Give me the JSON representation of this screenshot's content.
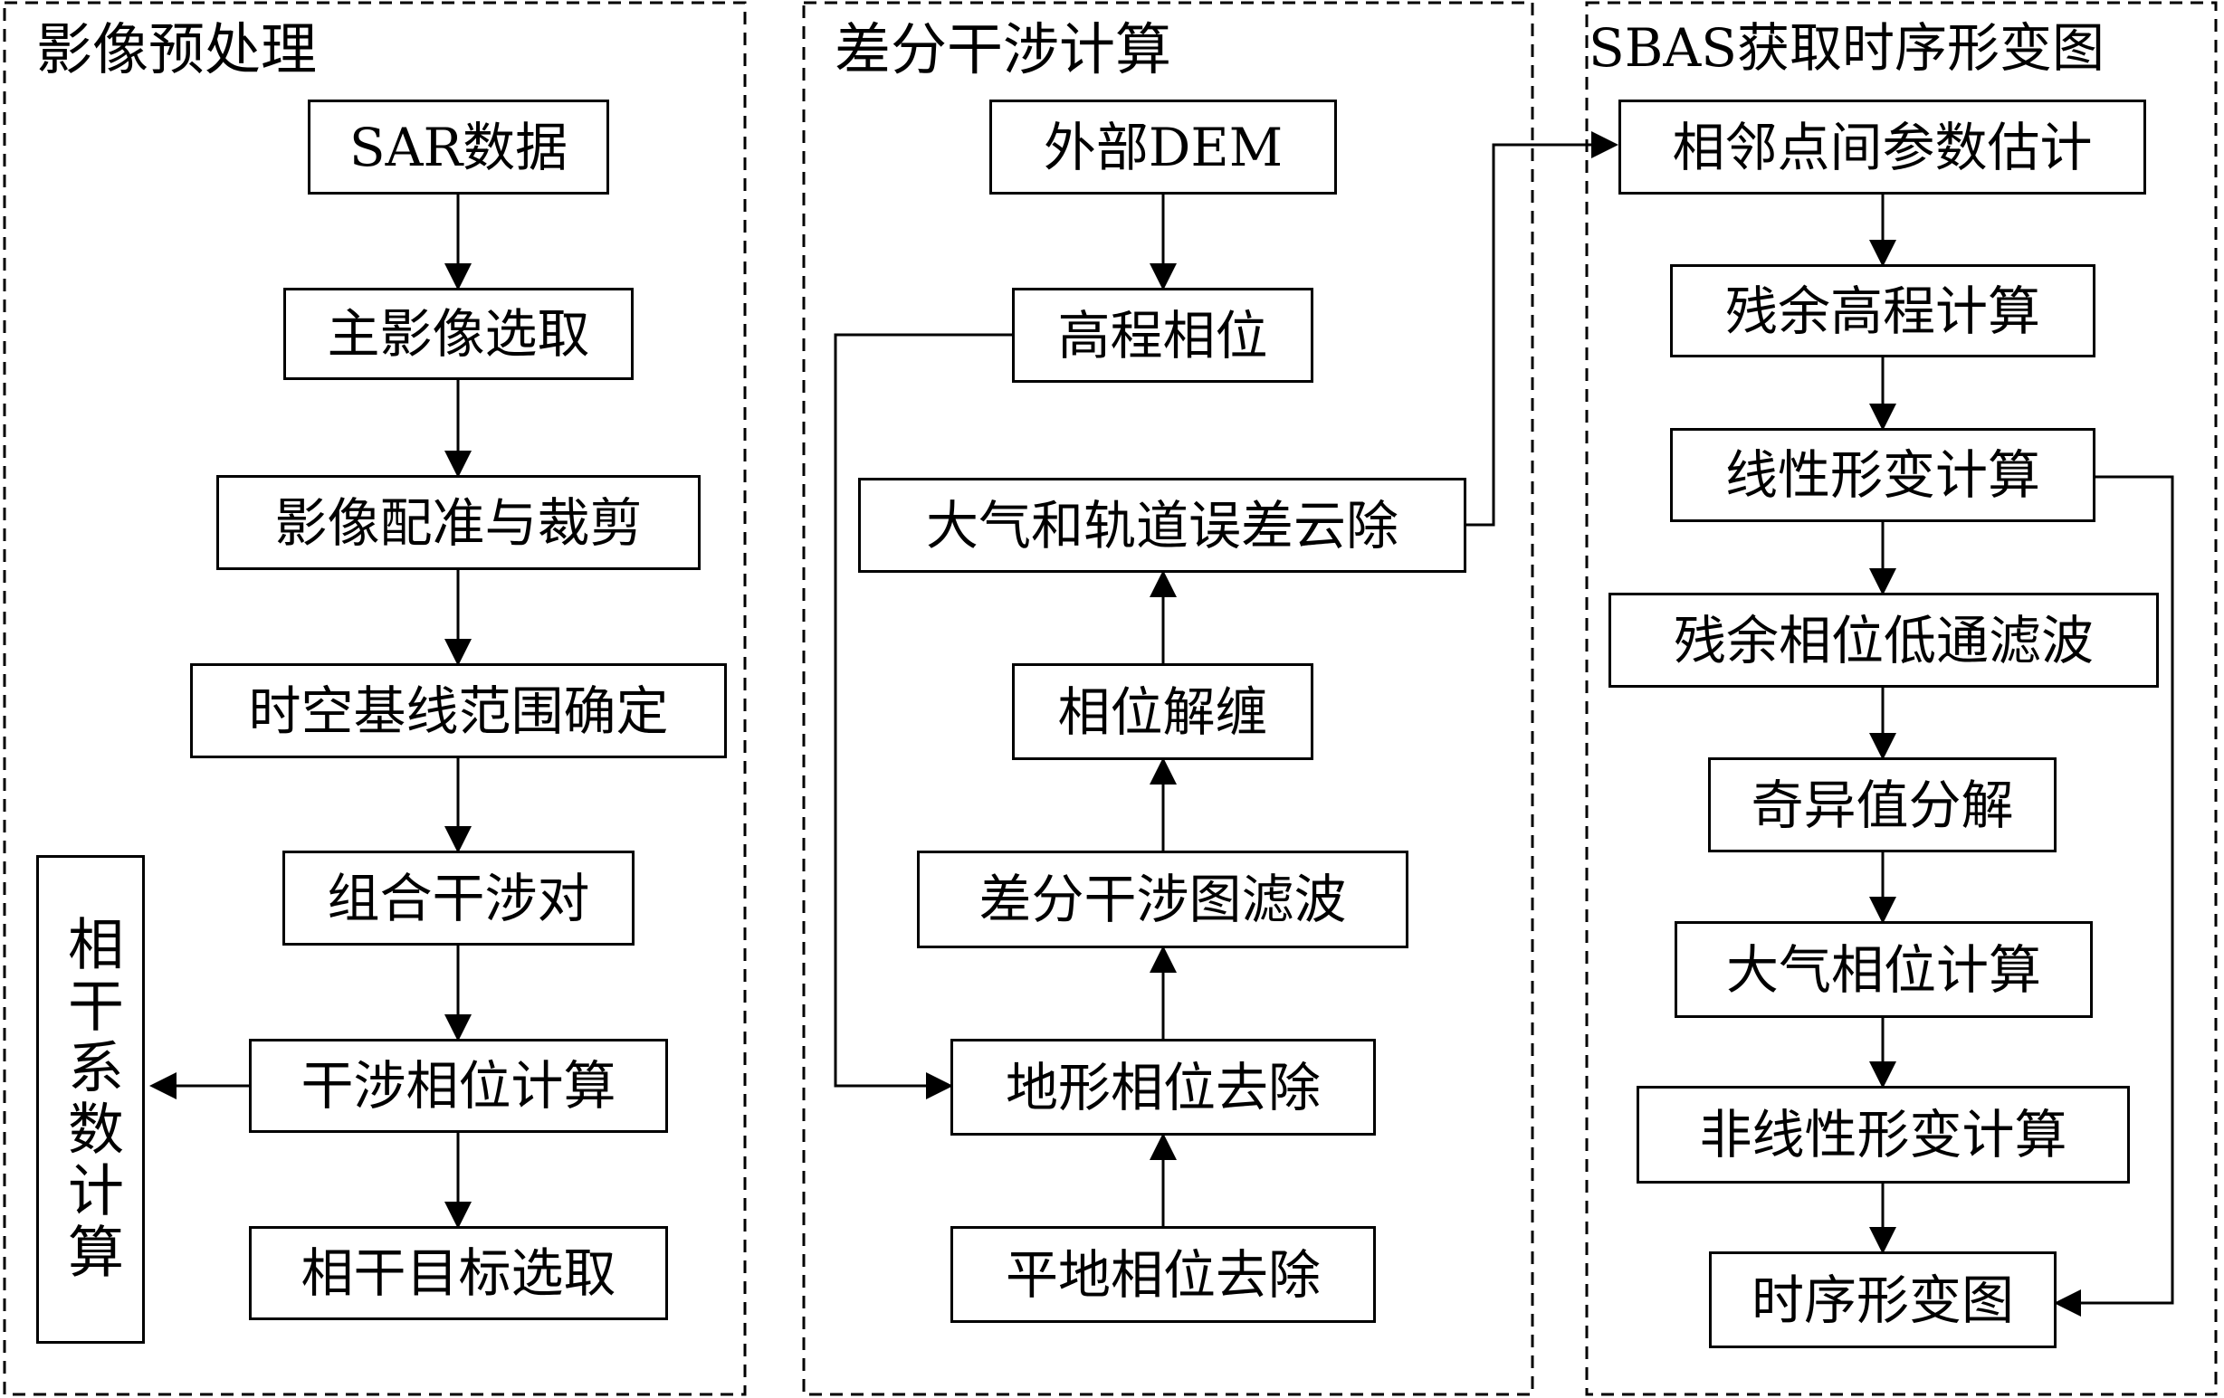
{
  "panels": [
    {
      "title": "影像预处理"
    },
    {
      "title": "差分干涉计算"
    },
    {
      "title": "SBAS获取时序形变图"
    }
  ],
  "preprocess": {
    "sar_data": "SAR数据",
    "master_select": "主影像选取",
    "coregistration": "影像配准与裁剪",
    "baseline_range": "时空基线范围确定",
    "pair_combination": "组合干涉对",
    "interferometric_phase": "干涉相位计算",
    "coherent_target": "相干目标选取",
    "coherence_calc": "相干系数计算"
  },
  "dinsar": {
    "external_dem": "外部DEM",
    "elevation_phase": "高程相位",
    "atmo_orbit_removal": "大气和轨道误差云除",
    "unwrapping": "相位解缠",
    "filtering": "差分干涉图滤波",
    "topo_removal": "地形相位去除",
    "flat_removal": "平地相位去除"
  },
  "sbas": {
    "neighbor_estimation": "相邻点间参数估计",
    "residual_height": "残余高程计算",
    "linear_deformation": "线性形变计算",
    "residual_lowpass": "残余相位低通滤波",
    "svd": "奇异值分解",
    "atmo_phase": "大气相位计算",
    "nonlinear_deformation": "非线性形变计算",
    "timeseries_map": "时序形变图"
  }
}
